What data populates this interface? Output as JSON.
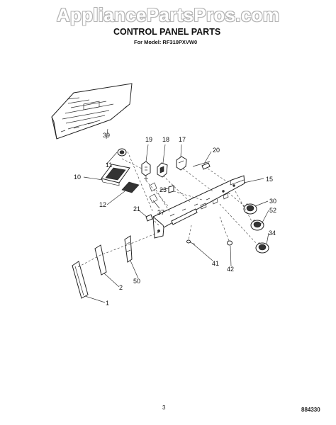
{
  "watermark": "AppliancePartsPros.com",
  "header": {
    "title": "CONTROL PANEL PARTS",
    "subtitle": "For Model: RF310PXVW0"
  },
  "footer": {
    "page_number": "3",
    "doc_code": "884330"
  },
  "callouts": {
    "c39": "39",
    "c19": "19",
    "c18": "18",
    "c17": "17",
    "c20": "20",
    "c11": "11",
    "c10": "10",
    "c15": "15",
    "c23": "23",
    "c12": "12",
    "c37": "37",
    "c21": "21",
    "c30": "30",
    "c52": "52",
    "c34": "34",
    "c41": "41",
    "c42": "42",
    "c50": "50",
    "c2": "2",
    "c1": "1"
  }
}
